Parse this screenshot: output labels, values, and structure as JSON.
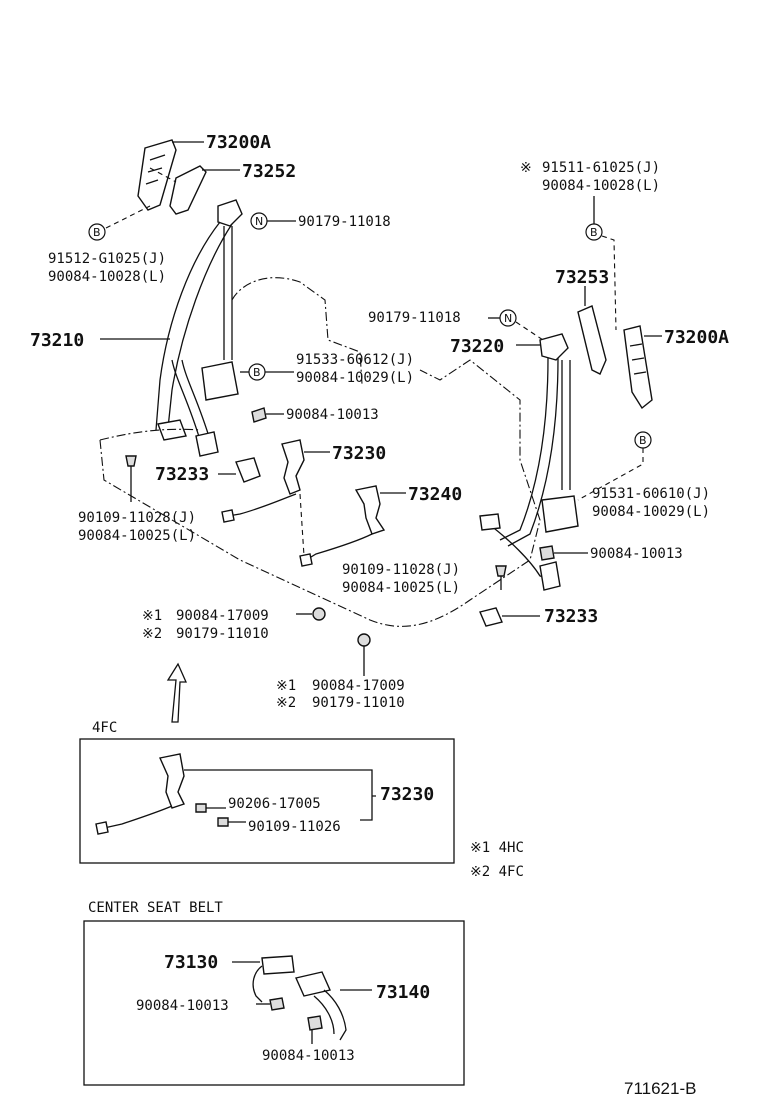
{
  "labels": {
    "p73200A_left": "73200A",
    "p73252": "73252",
    "n90179_11018_top": "90179-11018",
    "p91512": "91512-G1025(J)",
    "p90084_10028_left": "90084-10028(L)",
    "p73210": "73210",
    "p91533": "91533-60612(J)",
    "p90084_10029_left": "90084-10029(L)",
    "p90084_10013_left": "90084-10013",
    "p73233_left": "73233",
    "p73230": "73230",
    "p90109_left": "90109-11028(J)",
    "p90084_10025_left": "90084-10025(L)",
    "p73240": "73240",
    "p91511_prefix": "※",
    "p91511": "91511-61025(J)",
    "p90084_10028_right": "90084-10028(L)",
    "p73253": "73253",
    "n90179_11018_right": "90179-11018",
    "p73220": "73220",
    "p73200A_right": "73200A",
    "p91531": "91531-60610(J)",
    "p90084_10029_right": "90084-10029(L)",
    "p90084_10013_right": "90084-10013",
    "p90109_right": "90109-11028(J)",
    "p90084_10025_right": "90084-10025(L)",
    "p73233_right": "73233",
    "mark1_left": "※1",
    "mark2_left": "※2",
    "p90084_17009_left": "90084-17009",
    "p90179_11010_left": "90179-11010",
    "mark1_bottom": "※1",
    "mark2_bottom": "※2",
    "p90084_17009_bottom": "90084-17009",
    "p90179_11010_bottom": "90179-11010",
    "box_4fc_title": "4FC",
    "p90206_17005": "90206-17005",
    "p90109_11026": "90109-11026",
    "p73230_box": "73230",
    "legend_1": "※1  4HC",
    "legend_2": "※2  4FC",
    "center_title": "CENTER SEAT BELT",
    "p73130": "73130",
    "p73140": "73140",
    "p90084_10013_center1": "90084-10013",
    "p90084_10013_center2": "90084-10013",
    "diagram_id": "711621-B"
  },
  "callouts": {
    "b": "B",
    "n": "N"
  }
}
